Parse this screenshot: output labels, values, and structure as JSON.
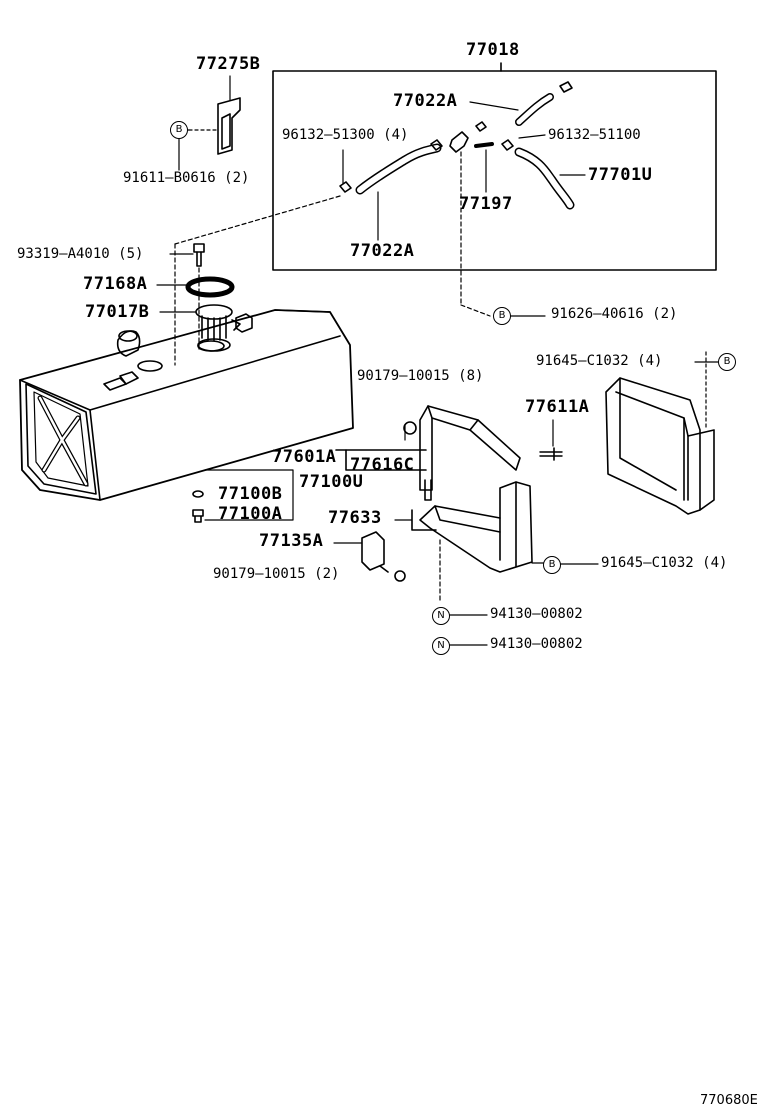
{
  "labels": {
    "p77018": "77018",
    "p77275B": "77275B",
    "p77022A_top": "77022A",
    "p96132_51300": "96132–51300 (4)",
    "p96132_51100": "96132–51100",
    "p77701U": "77701U",
    "p91611": "91611–B0616 (2)",
    "p77197": "77197",
    "p77022A_bot": "77022A",
    "p93319": "93319–A4010 (5)",
    "p77168A": "77168A",
    "p77017B": "77017B",
    "p91626": "91626–40616 (2)",
    "p91645_top": "91645–C1032 (4)",
    "p90179_8": "90179–10015 (8)",
    "p77611A": "77611A",
    "p77601A": "77601A",
    "p77616C": "77616C",
    "p77100U": "77100U",
    "p77100B": "77100B",
    "p77100A": "77100A",
    "p77633": "77633",
    "p77135A": "77135A",
    "p91645_bot": "91645–C1032 (4)",
    "p90179_2": "90179–10015 (2)",
    "p94130_a": "94130–00802",
    "p94130_b": "94130–00802"
  },
  "markers": {
    "b": "B",
    "n": "N"
  },
  "diagram_code": "770680E"
}
